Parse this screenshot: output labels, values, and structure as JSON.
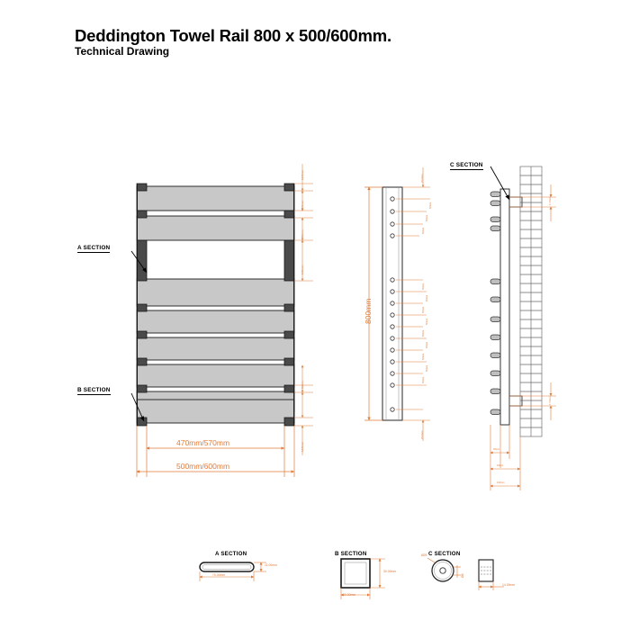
{
  "document": {
    "title": "Deddington Towel Rail 800 x 500/600mm.",
    "subtitle": "Technical Drawing"
  },
  "colors": {
    "dimension": "#E07B39",
    "rail_fill": "#C8C8C8",
    "post_fill": "#4A4A4A",
    "outline": "#1A1A1A",
    "wall_stroke": "#555555",
    "background": "#FFFFFF"
  },
  "front_view": {
    "callout_a": "A SECTION",
    "callout_b": "B SECTION",
    "width_inner": "470mm/570mm",
    "width_outer": "500mm/600mm",
    "edge_dims": [
      "12.5mm",
      "12.5mm",
      "50mm",
      "100mm",
      "50mm",
      "12.5mm"
    ],
    "rail_count": 9
  },
  "side_view": {
    "height_overall": "800mm",
    "top_dim": "25.0mm",
    "bottom_dim": "25.0mm",
    "hole_dims": [
      "50mm",
      "50mm",
      "50mm",
      "50mm",
      "50mm",
      "50mm",
      "50mm",
      "50mm",
      "50mm",
      "50mm",
      "50mm",
      "50mm",
      "50mm",
      "50mm",
      "50mm"
    ],
    "hole_count_upper": 4,
    "hole_count_lower": 11
  },
  "wall_view": {
    "callout_c": "C SECTION",
    "bracket_top_dim": "17.5mm",
    "bracket_bottom_dim": "17.5mm",
    "depth_dims": [
      "30mm",
      "62mm",
      "100mm"
    ]
  },
  "sections": {
    "a": {
      "title": "A SECTION",
      "width": "70.00mm",
      "height": "11.00mm"
    },
    "b": {
      "title": "B SECTION",
      "width": "30.00mm",
      "height": "30.00mm"
    },
    "c": {
      "title": "C SECTION",
      "diameter_outer": "Ø25",
      "diameter_inner": "Ø8",
      "depth": "14.00mm"
    }
  }
}
